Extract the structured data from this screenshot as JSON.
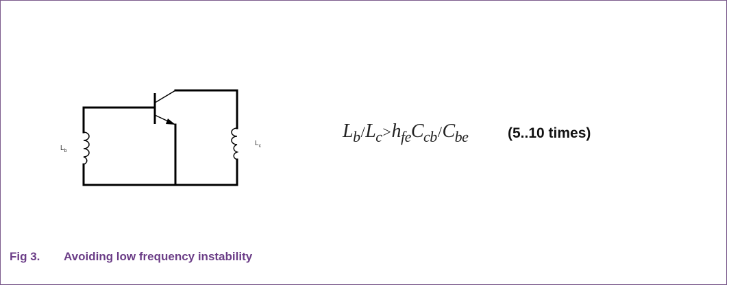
{
  "figure": {
    "number": "Fig 3.",
    "caption": "Avoiding low frequency instability",
    "colors": {
      "caption": "#6b3d87",
      "frame": "#7a5a8c",
      "wire": "#000000"
    }
  },
  "circuit": {
    "inductor_base": {
      "label": "L",
      "subscript": "b"
    },
    "inductor_collector": {
      "label": "L",
      "subscript": "c"
    }
  },
  "formula": {
    "lhs_num": "L",
    "lhs_num_sub": "b",
    "lhs_den": "L",
    "lhs_den_sub": "c",
    "operator_div": "/",
    "operator_gt": ">",
    "rhs_gain": "h",
    "rhs_gain_sub": "fe",
    "rhs_cap1": "C",
    "rhs_cap1_sub": "cb",
    "rhs_cap2": "C",
    "rhs_cap2_sub": "be",
    "ratio_note": "(5..10 times)"
  }
}
